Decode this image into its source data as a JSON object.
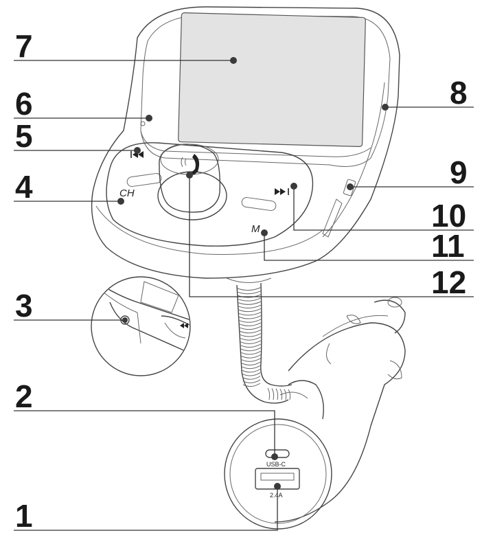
{
  "figure": {
    "description_labels": {
      "screen_usb": "USB-C",
      "screen_usba": "2.4A",
      "button_ch": "CH",
      "button_m": "M"
    },
    "callouts": [
      {
        "id": "1",
        "label": "1"
      },
      {
        "id": "2",
        "label": "2"
      },
      {
        "id": "3",
        "label": "3"
      },
      {
        "id": "4",
        "label": "4"
      },
      {
        "id": "5",
        "label": "5"
      },
      {
        "id": "6",
        "label": "6"
      },
      {
        "id": "7",
        "label": "7"
      },
      {
        "id": "8",
        "label": "8"
      },
      {
        "id": "9",
        "label": "9"
      },
      {
        "id": "10",
        "label": "10"
      },
      {
        "id": "11",
        "label": "11"
      },
      {
        "id": "12",
        "label": "12"
      }
    ]
  },
  "colors": {
    "stroke": "#444444",
    "screen_fill": "#e3e3e3",
    "callout_text": "#1a1a1a"
  },
  "icons": [
    "phone-icon",
    "previous-track-icon",
    "next-track-icon",
    "usb-a-port-icon",
    "usb-c-port-icon",
    "aux-jack-icon"
  ]
}
